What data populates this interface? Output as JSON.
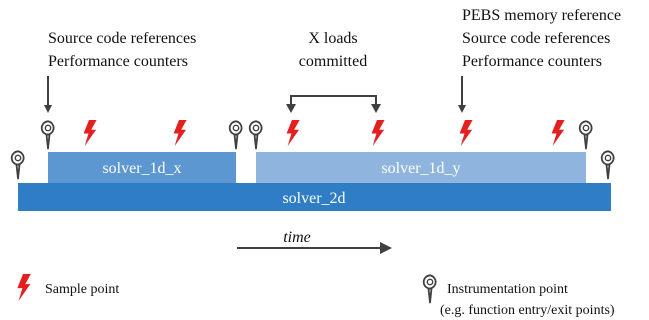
{
  "annotations": {
    "left": [
      "Source code references",
      "Performance counters"
    ],
    "middle": [
      "X loads",
      "committed"
    ],
    "right": [
      "PEBS memory reference",
      "Source code references",
      "Performance counters"
    ]
  },
  "bars": {
    "outer": "solver_2d",
    "inner_left": "solver_1d_x",
    "inner_right": "solver_1d_y"
  },
  "time_label": "time",
  "legend": {
    "sample": "Sample point",
    "instrumentation": [
      "Instrumentation point",
      "(e.g. function entry/exit points)"
    ]
  },
  "colors": {
    "outer_bar": "#2f7dc4",
    "inner_left_bar": "#5c97d1",
    "inner_right_bar": "#8fb5df",
    "sample_red": "#e41f1f",
    "arrow_gray": "#404040"
  },
  "icons": {
    "sample": "lightning-bolt-icon",
    "instrumentation": "map-pin-icon"
  }
}
